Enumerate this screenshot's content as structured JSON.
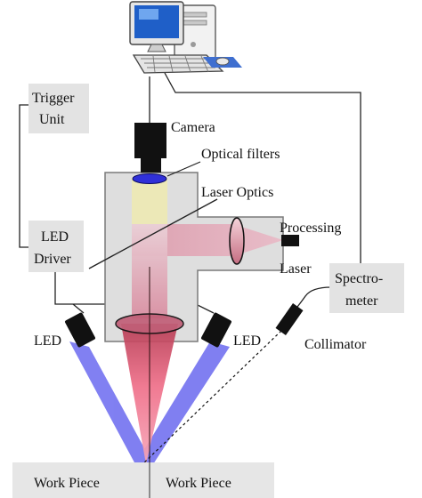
{
  "labels": {
    "trigger_unit_line1": "Trigger",
    "trigger_unit_line2": "Unit",
    "camera": "Camera",
    "optical_filters": "Optical filters",
    "laser_optics": "Laser Optics",
    "processing_line1": "Processing",
    "processing_line2": "Laser",
    "led_driver_line1": "LED",
    "led_driver_line2": "Driver",
    "spectrometer_line1": "Spectro-",
    "spectrometer_line2": "meter",
    "led_left": "LED",
    "led_right": "LED",
    "collimator": "Collimator",
    "work_piece_left": "Work Piece",
    "work_piece_right": "Work Piece"
  },
  "colors": {
    "box_fill": "#e3e3e3",
    "optics_fill": "#dedede",
    "camera_beam": "#ece8b4",
    "laser_beam": "#e7aab9",
    "laser_focus": "#ee6b84",
    "led_beam": "#6f6ef0",
    "filter_blue": "#3030d8",
    "device_black": "#111111"
  },
  "icons": {
    "computer": "desktop-computer-icon"
  }
}
